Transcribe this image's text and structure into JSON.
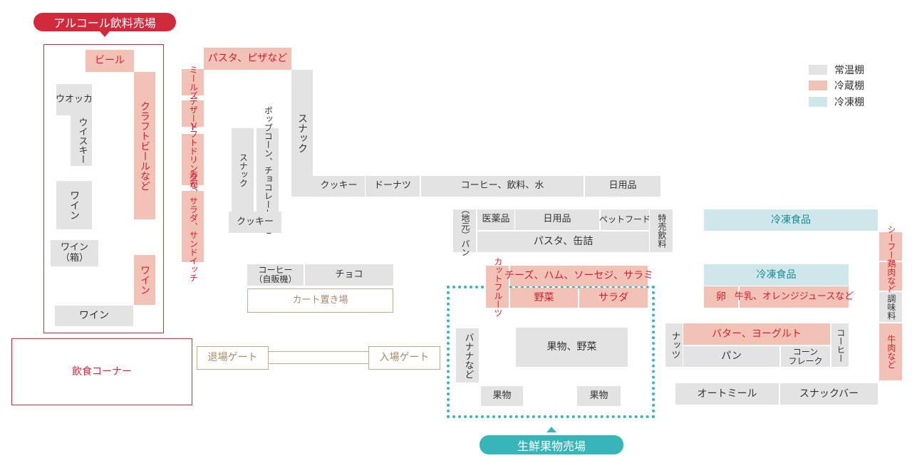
{
  "sections": {
    "alcohol": "アルコール飲料売場",
    "fresh": "生鮮果物売場",
    "eating_corner": "飲食コーナー"
  },
  "colors": {
    "ambient": "#e3e3e3",
    "chilled": "#f2c2b7",
    "frozen": "#cfe7ea",
    "alcohol_accent": "#d02a3c",
    "fresh_accent": "#38b5b8",
    "cart_line": "#c7a98c"
  },
  "legend": {
    "ambient": "常温棚",
    "chilled": "冷蔵棚",
    "frozen": "冷凍棚"
  },
  "gates": {
    "exit": "退場ゲート",
    "entrance": "入場ゲート",
    "cart": "カート置き場"
  },
  "shelves": {
    "beer": "ビール",
    "craft_beer": "クラフトビールなど",
    "vodka": "ウオッカ",
    "whisky": "ウイスキー",
    "wine1": "ワイン",
    "wine_box": "ワイン\n（箱）",
    "wine_red": "ワイン",
    "wine_bottom": "ワイン",
    "pasta_pizza": "パスタ、ピザなど",
    "meals": "ミールズ",
    "dessert": "デザート",
    "soft_drinks": "ソフトドリンクなど",
    "sushi": "寿司、サラダ、サンドイッチ",
    "snack_tall": "スナック",
    "snack_mid": "スナック",
    "popcorn": "ポップコーン、チョコレートなど",
    "cookie_mid": "クッキー",
    "cookie_top": "クッキー",
    "donuts": "ドーナツ",
    "coffee_drinks": "コーヒー、飲料、水",
    "daily_goods_top": "日用品",
    "coffee_vending": "コーヒー\n（自販機）",
    "choco": "チョコ",
    "local_bread": "（地元）パン",
    "medicine": "医薬品",
    "daily_goods": "日用品",
    "pet_food": "ペットフード",
    "special_drinks": "特売飲料",
    "pasta_cans": "パスタ、缶詰",
    "cut_fruit": "カットフルーツ",
    "cheese_ham": "チーズ、ハム、ソーセジ、サラミ",
    "vegetables": "野菜",
    "salad": "サラダ",
    "banana": "バナナなど",
    "fruit_veg": "果物、野菜",
    "fruit1": "果物",
    "fruit2": "果物",
    "frozen1": "冷凍食品",
    "frozen2": "冷凍食品",
    "egg": "卵",
    "milk": "牛乳、オレンジジュースなど",
    "nuts": "ナッツ",
    "butter": "バター、ヨーグルト",
    "bread": "パン",
    "cornflakes": "コーン\nフレーク",
    "coffee_right": "コーヒー",
    "oatmeal": "オートミール",
    "snack_bar": "スナックバー",
    "seafood": "シーフード",
    "chicken": "鶏肉など",
    "seasoning": "調味料",
    "beef": "牛肉など"
  }
}
